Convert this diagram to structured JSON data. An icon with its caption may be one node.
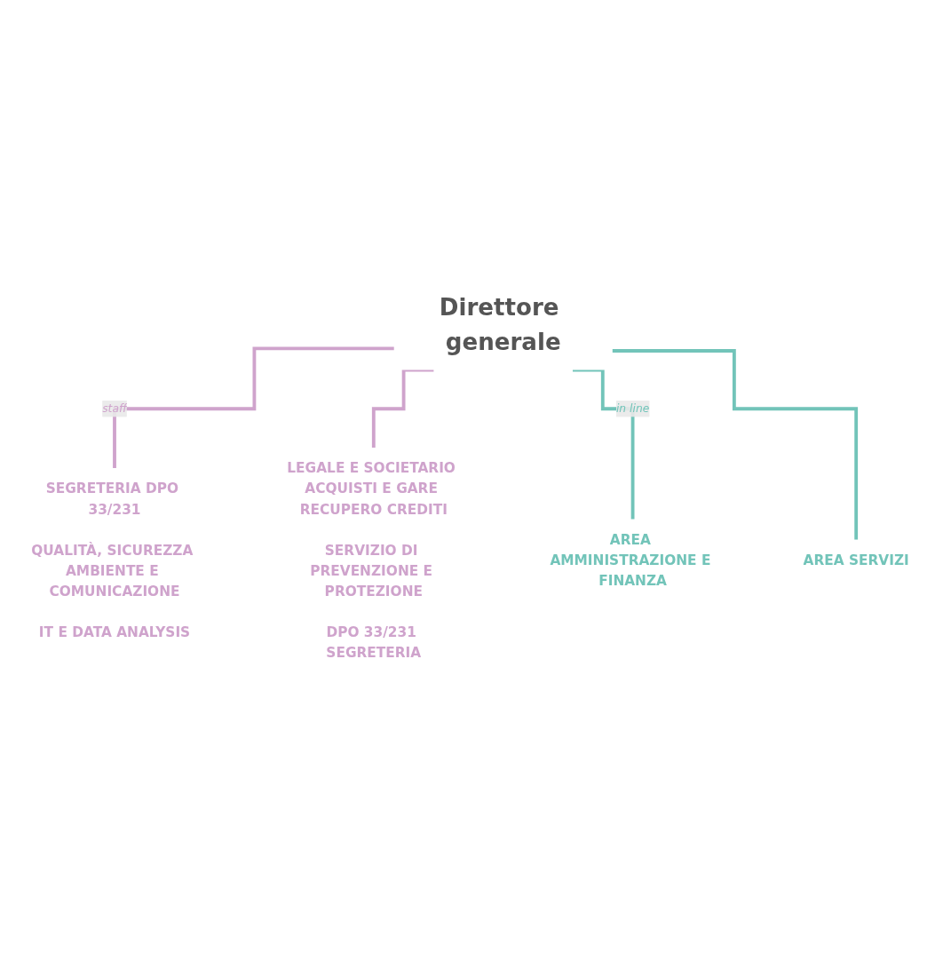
{
  "diagram": {
    "nodes": [
      {
        "text": [
          "Direttore generale"
        ]
      },
      {
        "text": [
          "SEGRETERIA DPO 33/231",
          "QUALITÀ, SICUREZZA AMBIENTE E COMUNICAZIONE",
          "IT E DATA ANALYSIS"
        ]
      },
      {
        "text": [
          "LEGALE E SOCIETARIO ACQUISTI E GARE RECUPERO CREDITI",
          "SERVIZIO DI PREVENZIONE E PROTEZIONE",
          "DPO 33/231 SEGRETERIA"
        ]
      },
      {
        "text": [
          "AREA AMMINISTRAZIONE E FINANZA"
        ]
      },
      {
        "text": [
          "AREA SERVIZI"
        ]
      }
    ],
    "edges": [
      {
        "from": 0,
        "to": 1,
        "arrow": "none",
        "label": "staff",
        "color": "#cfa3cc"
      },
      {
        "from": 0,
        "to": 2,
        "arrow": "none",
        "color": "#cfa3cc"
      },
      {
        "from": 0,
        "to": 3,
        "arrow": "none",
        "label": "in line",
        "color": "#72c4b9"
      },
      {
        "from": 0,
        "to": 4,
        "arrow": "none",
        "color": "#72c4b9"
      }
    ]
  }
}
